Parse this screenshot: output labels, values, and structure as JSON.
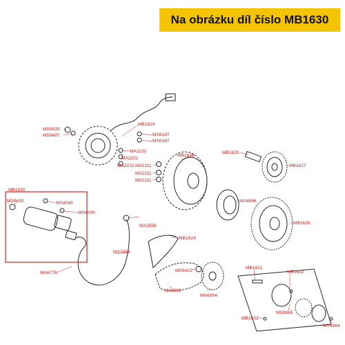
{
  "header": {
    "title": "Na obrázku díl číslo MB1630"
  },
  "colors": {
    "accent": "#f5c400",
    "label": "#cc1f1f",
    "highlight_box": "#e02020",
    "line": "#222222"
  },
  "labels": {
    "ms9439": "MS9439",
    "ms9487": "MS9487",
    "mb1629": "MB1629",
    "ms6187a": "MS6187",
    "ms6187b": "MS6187",
    "ma2231a": "MA2231",
    "ma2231b": "MA2231",
    "ma2231c": "MA2231",
    "mx2111a": "MX2111",
    "mx2111b": "MX2111",
    "mx2111c": "MX2111",
    "mb1628": "MB1628",
    "mb1625": "MB1625",
    "mb1627": "MB1627",
    "mb1630": "MB1630",
    "ms9430": "MS9430",
    "ms4090a": "MS4090",
    "ms4090b": "MS4090",
    "ma4566": "MA4566",
    "mb1626": "MB1626",
    "mx2558a": "MX2558",
    "mb1624": "MB1624",
    "mx2558b": "MX2558",
    "ma6776": "MA6776",
    "ms9422": "MS9422",
    "ma6995": "MA6995",
    "ma6994": "MA6994",
    "mb1621": "MB1621",
    "mb1632a": "MB1632",
    "ms9965": "MS9965",
    "ms9964": "MS9964",
    "mb1632b": "MB1632"
  }
}
